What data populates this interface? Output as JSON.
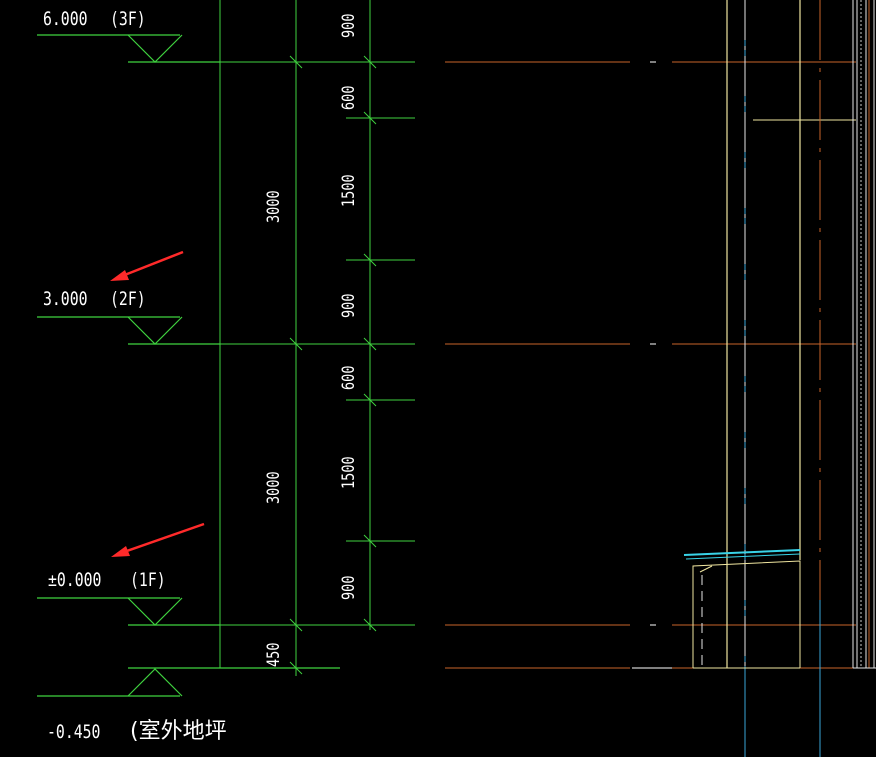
{
  "colors": {
    "background": "#000000",
    "level_line": "#3fd23f",
    "dimension": "#3fd23f",
    "text": "#ffffff",
    "grid_orange": "#c8642a",
    "wall_yellow": "#f0e6a0",
    "wall_white": "#e6e6e6",
    "cyan_blue": "#3aa6d8",
    "canopy_cyan": "#39d4e8",
    "annotation_red": "#ff2a2a"
  },
  "levels": {
    "l3": {
      "elevation": "6.000",
      "floor": "(3F)"
    },
    "l2": {
      "elevation": "3.000",
      "floor": "(2F)"
    },
    "l1": {
      "elevation": "±0.000",
      "floor": "(1F)"
    },
    "ground": {
      "elevation": "-0.450",
      "floor": "(室外地坪"
    }
  },
  "dimensions": {
    "storey_3": "3000",
    "storey_2": "3000",
    "plinth": "450",
    "seg_top_900": "900",
    "seg_top_600": "600",
    "seg_top_1500": "1500",
    "seg_mid_900": "900",
    "seg_mid_600": "600",
    "seg_mid_1500": "1500",
    "seg_bot_900": "900"
  },
  "icons": {
    "level_marker": "triangle-level-marker-icon",
    "arrow": "red-arrow-icon"
  }
}
